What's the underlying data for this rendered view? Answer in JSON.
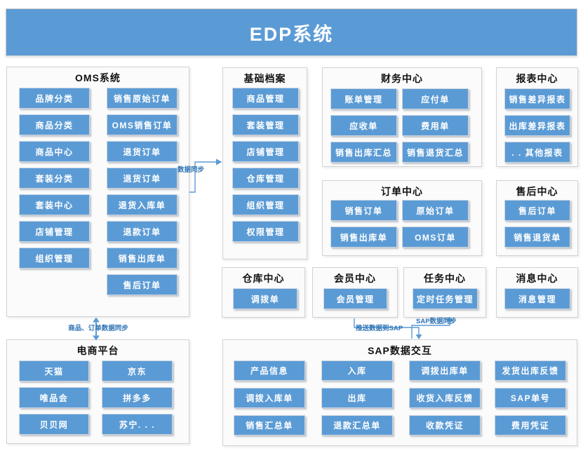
{
  "header": {
    "title": "EDP系统"
  },
  "colors": {
    "accent": "#5B9BD5",
    "arrow": "#5B9BD5",
    "arrow_label": "#2E74B5",
    "box_bg": "#fbfbfb"
  },
  "boxes": {
    "oms": {
      "title": "OMS系统",
      "left": [
        "品牌分类",
        "商品分类",
        "商品中心",
        "套装分类",
        "套装中心",
        "店铺管理",
        "组织管理"
      ],
      "right": [
        "销售原始订单",
        "OMS销售订单",
        "退货订单",
        "退货订单",
        "退货入库单",
        "退款订单",
        "销售出库单",
        "售后订单"
      ]
    },
    "basic": {
      "title": "基础档案",
      "items": [
        "商品管理",
        "套装管理",
        "店铺管理",
        "仓库管理",
        "组织管理",
        "权限管理"
      ]
    },
    "finance": {
      "title": "财务中心",
      "items": [
        "账单管理",
        "应付单",
        "应收单",
        "费用单",
        "销售出库汇总",
        "销售退货汇总"
      ]
    },
    "report": {
      "title": "报表中心",
      "items": [
        "销售差异报表",
        "出库差异报表",
        ". . 其他报表"
      ]
    },
    "order": {
      "title": "订单中心",
      "items": [
        "销售订单",
        "原始订单",
        "销售出库单",
        "OMS订单"
      ]
    },
    "aftersale": {
      "title": "售后中心",
      "items": [
        "售后订单",
        "销售退货单"
      ]
    },
    "warehouse": {
      "title": "仓库中心",
      "items": [
        "调拨单"
      ]
    },
    "member": {
      "title": "会员中心",
      "items": [
        "会员管理"
      ]
    },
    "task": {
      "title": "任务中心",
      "items": [
        "定时任务管理"
      ]
    },
    "message": {
      "title": "消息中心",
      "items": [
        "消息管理"
      ]
    },
    "ecommerce": {
      "title": "电商平台",
      "items": [
        "天猫",
        "京东",
        "唯品会",
        "拼多多",
        "贝贝网",
        "苏宁. . ."
      ]
    },
    "sap": {
      "title": "SAP数据交互",
      "items": [
        "产品信息",
        "入库",
        "调拨出库单",
        "发货出库反馈",
        "调拨入库单",
        "出库",
        "收货入库反馈",
        "SAP单号",
        "销售汇总单",
        "退款汇总单",
        "收款凭证",
        "费用凭证"
      ]
    }
  },
  "arrows": {
    "data_sync": "数据同步",
    "product_order_sync": "商品、订单数据同步",
    "push_to_sap": "推送数据到SAP",
    "sap_sync": "SAP数据同步"
  }
}
